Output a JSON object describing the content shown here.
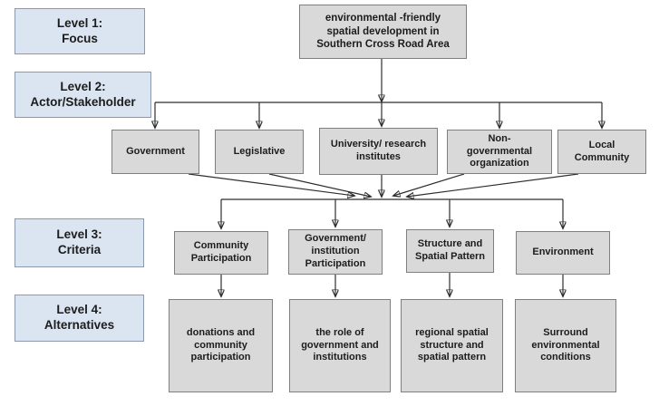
{
  "levels": [
    {
      "label": "Level 1:\nFocus"
    },
    {
      "label": "Level 2:\nActor/Stakeholder"
    },
    {
      "label": "Level 3:\nCriteria"
    },
    {
      "label": "Level 4:\nAlternatives"
    }
  ],
  "focus": {
    "text": "environmental -friendly\nspatial development in\nSouthern Cross Road Area"
  },
  "actors": [
    {
      "text": "Government"
    },
    {
      "text": "Legislative"
    },
    {
      "text": "University/ research\ninstitutes"
    },
    {
      "text": "Non-\ngovernmental\norganization"
    },
    {
      "text": "Local\nCommunity"
    }
  ],
  "criteria": [
    {
      "text": "Community\nParticipation"
    },
    {
      "text": "Government/\ninstitution\nParticipation"
    },
    {
      "text": "Structure and\nSpatial Pattern"
    },
    {
      "text": "Environment"
    }
  ],
  "alternatives": [
    {
      "text": "donations and\ncommunity\nparticipation"
    },
    {
      "text": "the role of\ngovernment and\ninstitutions"
    },
    {
      "text": "regional spatial\nstructure and\nspatial pattern"
    },
    {
      "text": "Surround\nenvironmental\nconditions"
    }
  ],
  "colors": {
    "label_fill": "#dbe5f1",
    "label_border": "#8b99ad",
    "node_fill": "#d9d9d9",
    "node_border": "#7f7f7f",
    "arrow": "#2e2e2e"
  }
}
